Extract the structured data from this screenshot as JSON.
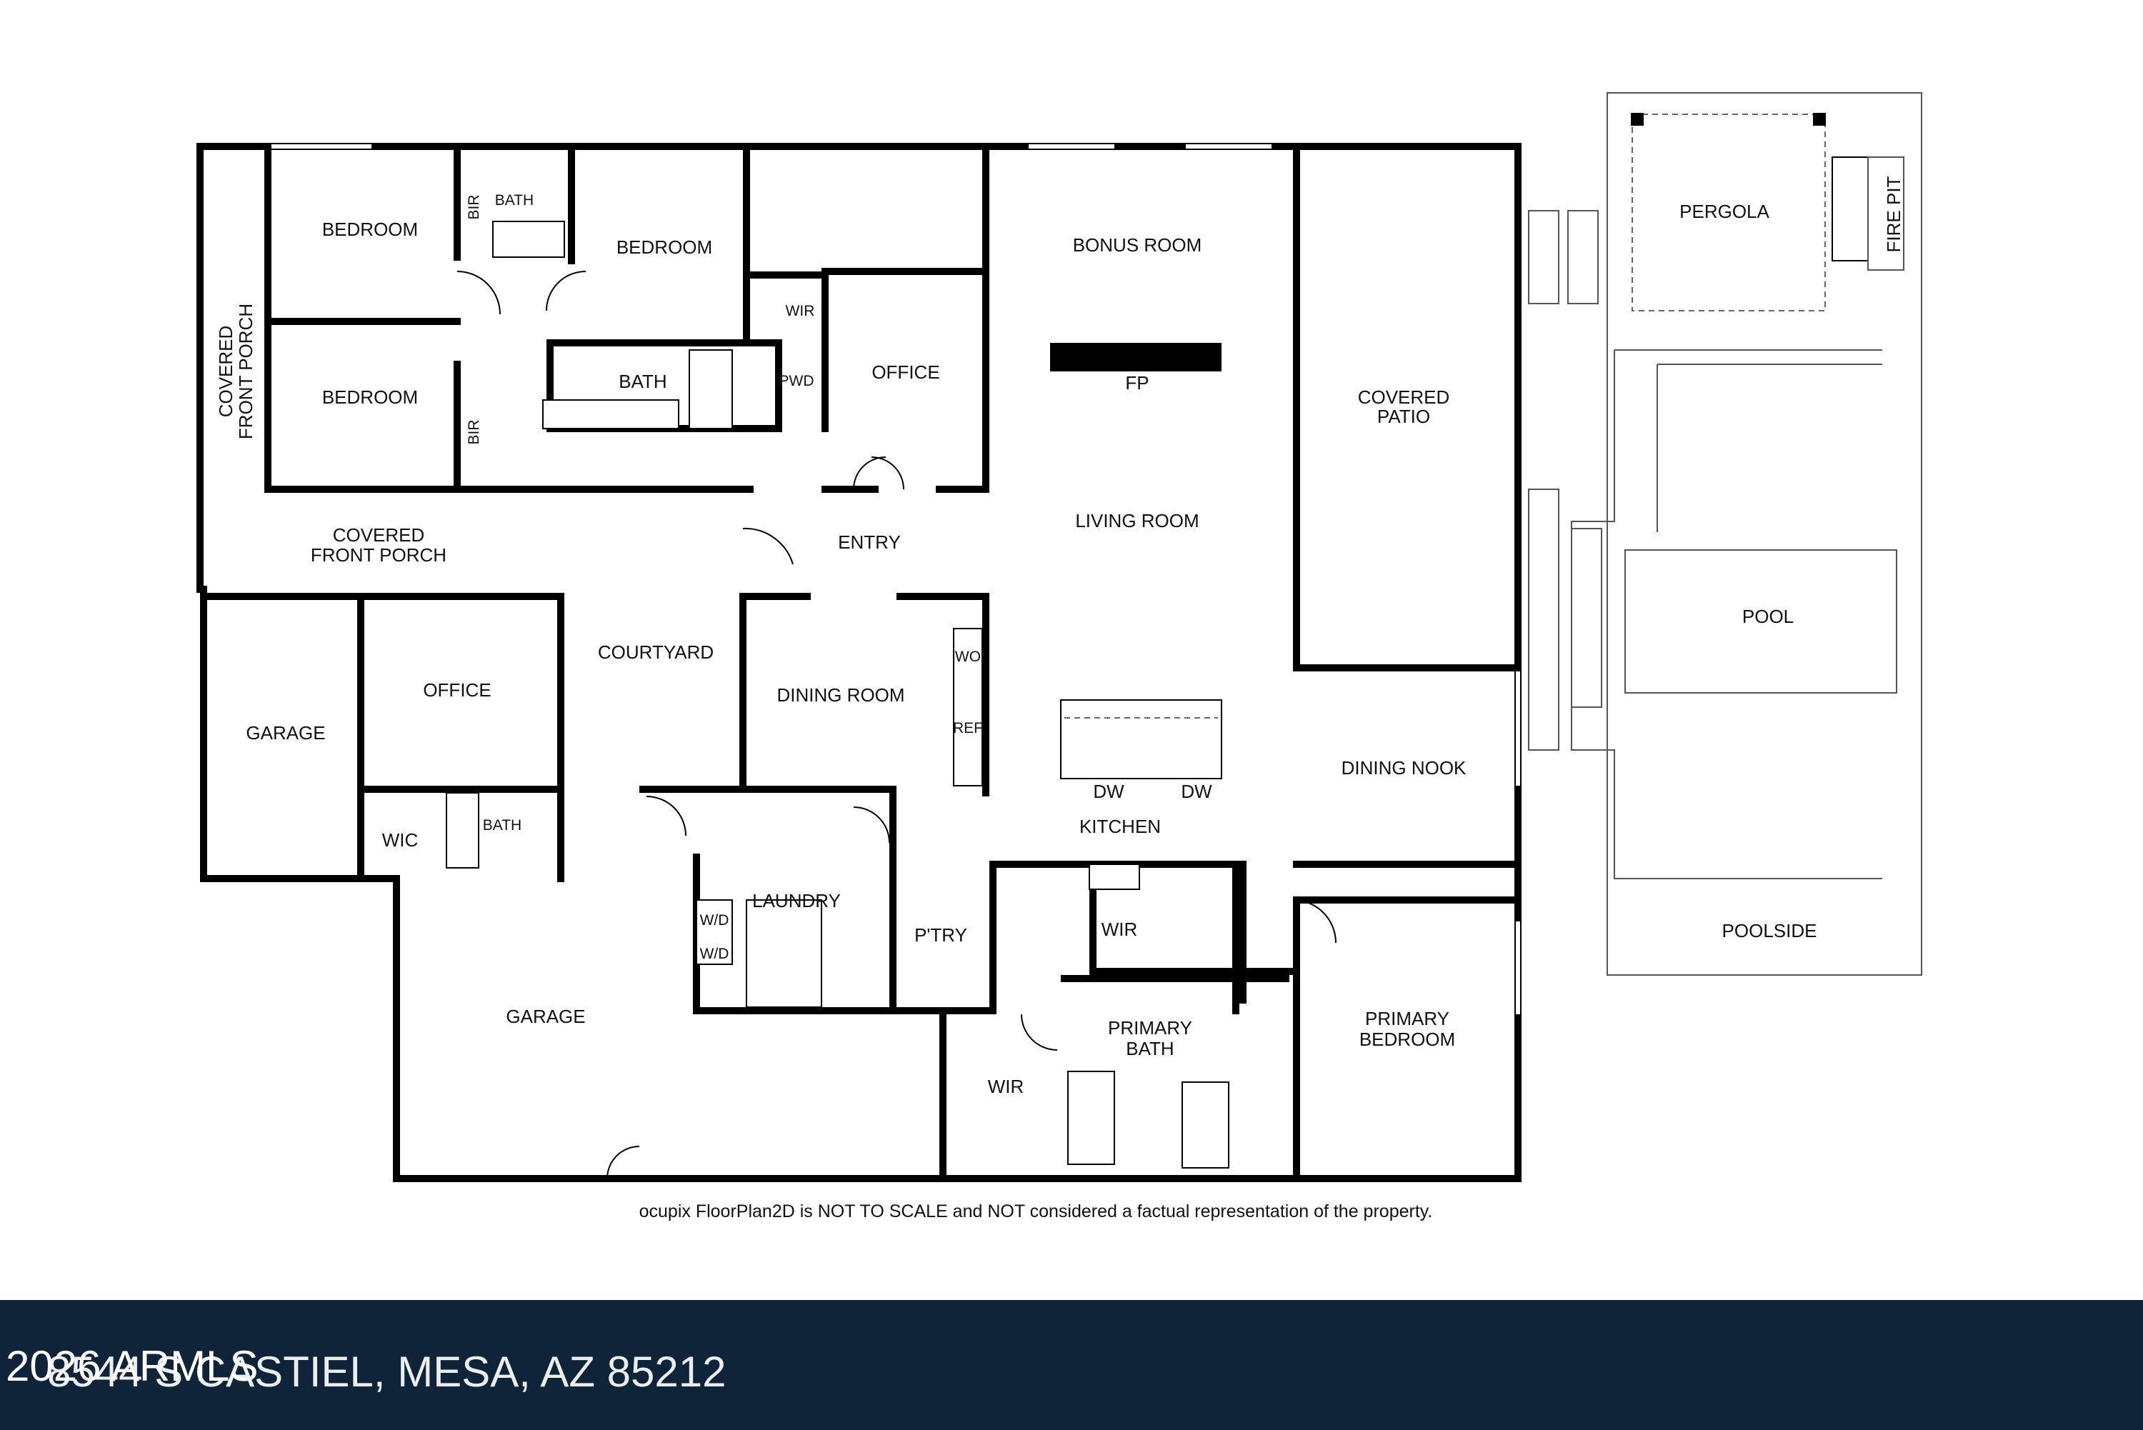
{
  "rooms": {
    "bedroom_1": "BEDROOM",
    "bedroom_2": "BEDROOM",
    "bedroom_3": "BEDROOM",
    "bir_1": "BIR",
    "bir_2": "BIR",
    "bath_1": "BATH",
    "bath_2": "BATH",
    "bath_3": "BATH",
    "wir_1": "WIR",
    "wir_2": "WIR",
    "wir_3": "WIR",
    "pwd": "PWD",
    "office_1": "OFFICE",
    "office_2": "OFFICE",
    "bonus_room": "BONUS ROOM",
    "fp": "FP",
    "covered_patio": [
      "COVERED",
      "PATIO"
    ],
    "covered_front_porch_vertical": [
      "COVERED",
      "FRONT PORCH"
    ],
    "covered_front_porch": [
      "COVERED",
      "FRONT PORCH"
    ],
    "entry": "ENTRY",
    "living_room": "LIVING ROOM",
    "courtyard": "COURTYARD",
    "dining_room": "DINING ROOM",
    "wo": "WO",
    "ref": "REF",
    "dw_1": "DW",
    "dw_2": "DW",
    "kitchen": "KITCHEN",
    "dining_nook": "DINING NOOK",
    "garage_1": "GARAGE",
    "garage_2": "GARAGE",
    "wic": "WIC",
    "laundry": "LAUNDRY",
    "wd_1": "W/D",
    "wd_2": "W/D",
    "pantry": "P'TRY",
    "primary_bath": [
      "PRIMARY",
      "BATH"
    ],
    "primary_bedroom": [
      "PRIMARY",
      "BEDROOM"
    ],
    "pergola": "PERGOLA",
    "fire_pit": "FIRE PIT",
    "pool": "POOL",
    "poolside": "POOLSIDE"
  },
  "disclaimer": "ocupix FloorPlan2D is NOT TO SCALE and NOT considered a factual representation of the property.",
  "footer": {
    "copyright": "2026 ARMLS",
    "address": "8544 S CASTIEL, MESA, AZ 85212",
    "background_color": "#0f2438"
  }
}
